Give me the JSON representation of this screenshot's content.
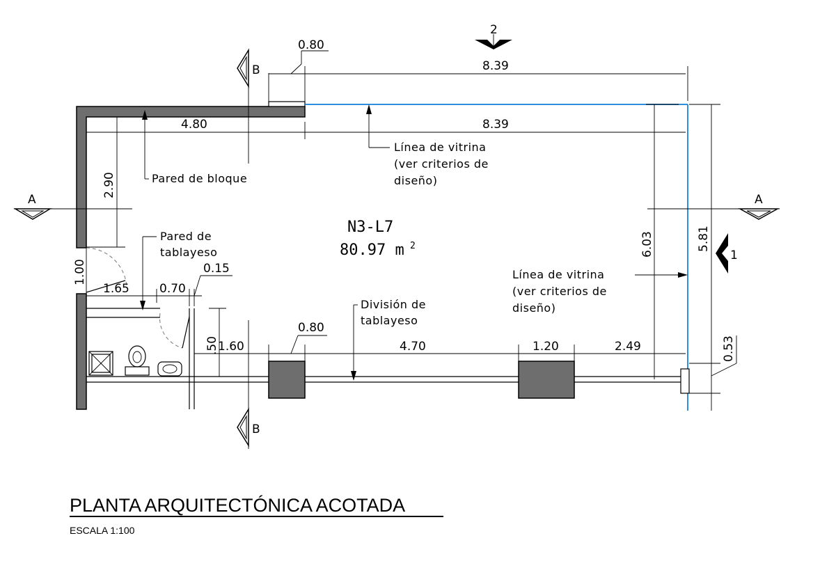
{
  "sheet": {
    "title": "PLANTA ARQUITECTÓNICA ACOTADA",
    "scale": "ESCALA 1:100"
  },
  "space": {
    "code": "N3-L7",
    "area_value": "80.97 m",
    "area_exp": "2"
  },
  "dimensions": {
    "top_080": "0.80",
    "top_839": "8.39",
    "inner_480": "4.80",
    "inner_839": "8.39",
    "vert_290": "2.90",
    "vert_100": "1.00",
    "w_165": "1.65",
    "w_070": "0.70",
    "w_015": "0.15",
    "vert_050": ".50",
    "w_160": "1.60",
    "col_080": "0.80",
    "w_470": "4.70",
    "col_120": "1.20",
    "w_249": "2.49",
    "vert_603": "6.03",
    "vert_581": "5.81",
    "vert_053": "0.53"
  },
  "annotations": {
    "pared_bloque": "Pared de bloque",
    "vitrina_1": [
      "Línea de vitrina",
      "(ver criterios de",
      "diseño)"
    ],
    "pared_tablayeso": [
      "Pared de",
      "tablayeso"
    ],
    "vitrina_2": [
      "Línea de vitrina",
      "(ver criterios de",
      "diseño)"
    ],
    "division": [
      "División de",
      "tablayeso"
    ]
  },
  "section_marks": {
    "a_left": "A",
    "a_right": "A",
    "b_top": "B",
    "b_bottom": "B",
    "two": "2",
    "one": "1"
  },
  "colors": {
    "vitrina_line": "#2f8fdc",
    "wall_fill": "#6e6e6e"
  }
}
